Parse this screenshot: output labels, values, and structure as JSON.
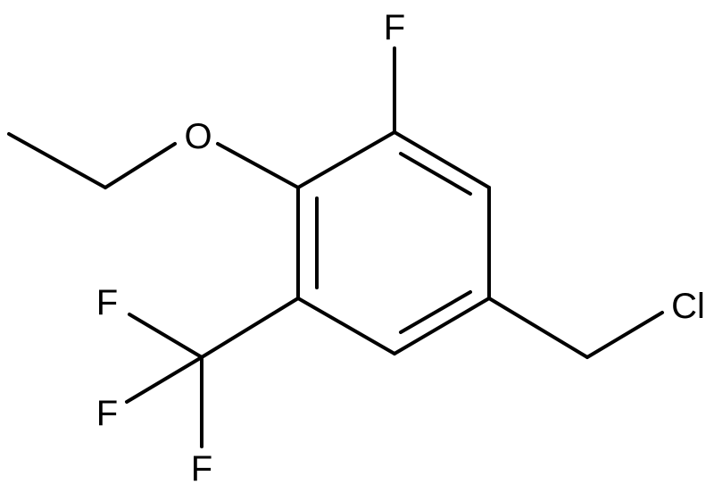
{
  "molecule": {
    "atoms": {
      "f_top": "F",
      "o_ethoxy": "O",
      "cl": "Cl",
      "f_cf3_upper": "F",
      "f_cf3_left": "F",
      "f_cf3_lower": "F"
    }
  }
}
